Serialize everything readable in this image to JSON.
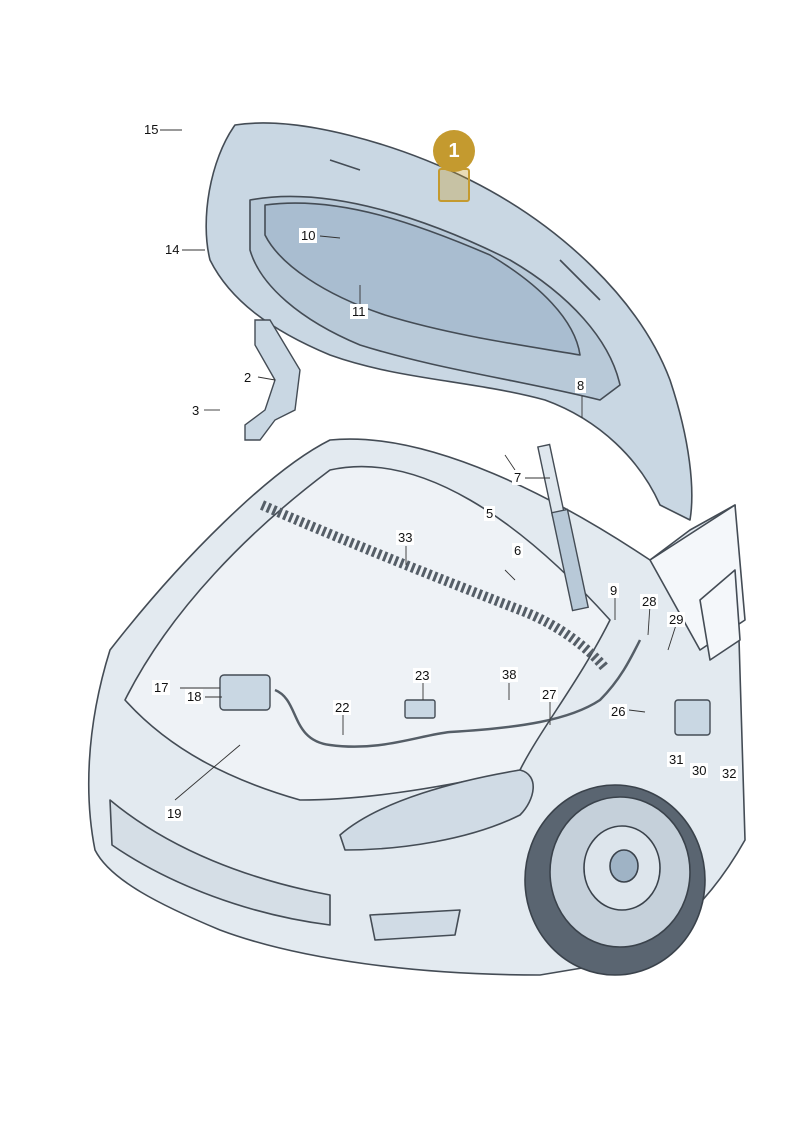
{
  "diagram": {
    "highlight": {
      "label": "1",
      "color": "#c49a2f"
    },
    "colors": {
      "panel_fill": "#c9d7e3",
      "panel_dark": "#9fb3c5",
      "outline": "#444c55",
      "car_fill": "#e3eaf0",
      "tyre": "#5a6571"
    },
    "callouts": [
      {
        "id": "15",
        "label": "15"
      },
      {
        "id": "14",
        "label": "14"
      },
      {
        "id": "10",
        "label": "10"
      },
      {
        "id": "11",
        "label": "11"
      },
      {
        "id": "2",
        "label": "2"
      },
      {
        "id": "3",
        "label": "3"
      },
      {
        "id": "8",
        "label": "8"
      },
      {
        "id": "7",
        "label": "7"
      },
      {
        "id": "5",
        "label": "5"
      },
      {
        "id": "6",
        "label": "6"
      },
      {
        "id": "33",
        "label": "33"
      },
      {
        "id": "9",
        "label": "9"
      },
      {
        "id": "28",
        "label": "28"
      },
      {
        "id": "29",
        "label": "29"
      },
      {
        "id": "17",
        "label": "17"
      },
      {
        "id": "18",
        "label": "18"
      },
      {
        "id": "23",
        "label": "23"
      },
      {
        "id": "38",
        "label": "38"
      },
      {
        "id": "22",
        "label": "22"
      },
      {
        "id": "27",
        "label": "27"
      },
      {
        "id": "26",
        "label": "26"
      },
      {
        "id": "31",
        "label": "31"
      },
      {
        "id": "30",
        "label": "30"
      },
      {
        "id": "32",
        "label": "32"
      },
      {
        "id": "19",
        "label": "19"
      }
    ]
  }
}
